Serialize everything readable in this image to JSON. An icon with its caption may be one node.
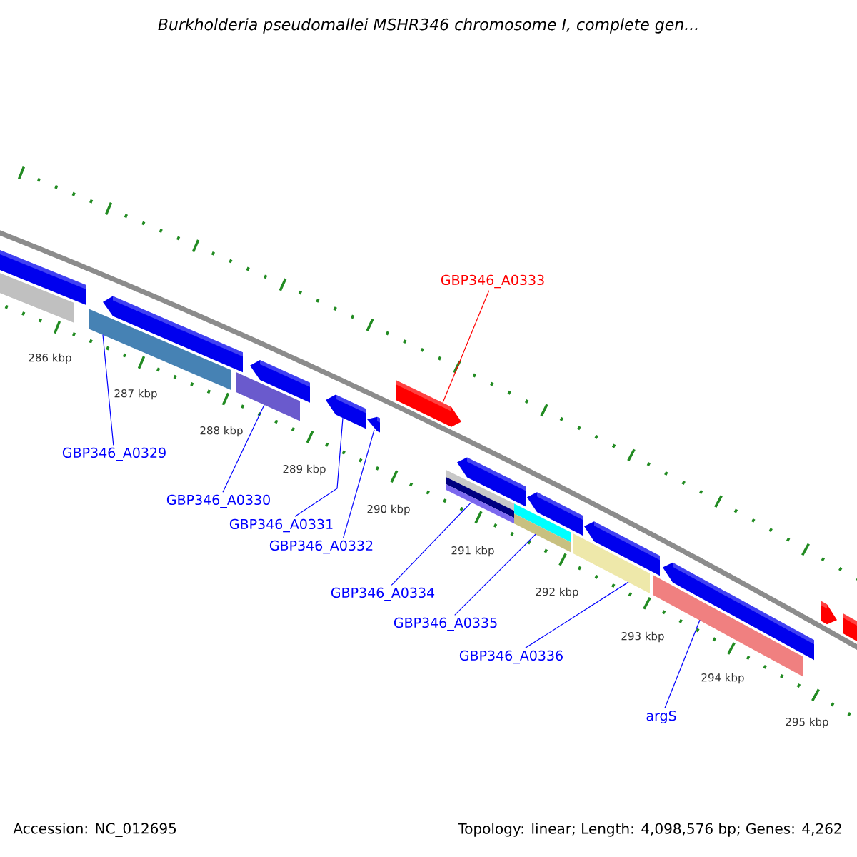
{
  "diagram": {
    "title": "Burkholderia pseudomallei MSHR346 chromosome I, complete gen...",
    "nodes": [
      {
        "text": [
          "GBP346_A0333"
        ]
      },
      {
        "text": [
          "GBP346_A0329"
        ]
      },
      {
        "text": [
          "GBP346_A0330"
        ]
      },
      {
        "text": [
          "GBP346_A0331"
        ]
      },
      {
        "text": [
          "GBP346_A0332"
        ]
      },
      {
        "text": [
          "GBP346_A0334"
        ]
      },
      {
        "text": [
          "GBP346_A0335"
        ]
      },
      {
        "text": [
          "GBP346_A0336"
        ]
      },
      {
        "text": [
          "argS"
        ]
      },
      {
        "text": [],
        "shape": "pentagon"
      },
      {
        "text": [],
        "shape": "bar"
      },
      {
        "text": [],
        "shape": "bar"
      },
      {
        "text": [],
        "shape": "pentagon"
      },
      {
        "text": [],
        "shape": "bar"
      },
      {
        "text": [],
        "shape": "pentagon"
      },
      {
        "text": [],
        "shape": "pentagon"
      },
      {
        "text": [],
        "shape": "pentagon"
      },
      {
        "text": [],
        "shape": "pentagon"
      },
      {
        "text": [],
        "shape": "bar"
      },
      {
        "text": [],
        "shape": "pentagon"
      },
      {
        "text": [],
        "shape": "bar"
      },
      {
        "text": [],
        "shape": "pentagon"
      },
      {
        "text": [],
        "shape": "bar"
      },
      {
        "text": [],
        "shape": "pentagon"
      },
      {
        "text": [],
        "shape": "bar"
      },
      {
        "text": [],
        "shape": "pentagon"
      },
      {
        "text": [],
        "shape": "pentagon"
      },
      {
        "text": [],
        "shape": "pentagon"
      }
    ],
    "edges": [
      {
        "from": 0,
        "to": 17,
        "arrow": "none",
        "color": "#ff0000"
      },
      {
        "from": 1,
        "to": 11,
        "arrow": "none"
      },
      {
        "from": 2,
        "to": 13,
        "arrow": "none"
      },
      {
        "from": 3,
        "to": 15,
        "arrow": "none"
      },
      {
        "from": 4,
        "to": 16,
        "arrow": "none"
      },
      {
        "from": 5,
        "to": 18,
        "arrow": "none"
      },
      {
        "from": 6,
        "to": 20,
        "arrow": "none"
      },
      {
        "from": 7,
        "to": 22,
        "arrow": "none"
      },
      {
        "from": 8,
        "to": 24,
        "arrow": "none"
      }
    ],
    "labels": [
      "286 kbp",
      "287 kbp",
      "288 kbp",
      "289 kbp",
      "290 kbp",
      "291 kbp",
      "292 kbp",
      "293 kbp",
      "294 kbp",
      "295 kbp",
      "Accession: NC_012695",
      "Topology: linear; Length: 4,098,576 bp; Genes: 4,262"
    ]
  }
}
